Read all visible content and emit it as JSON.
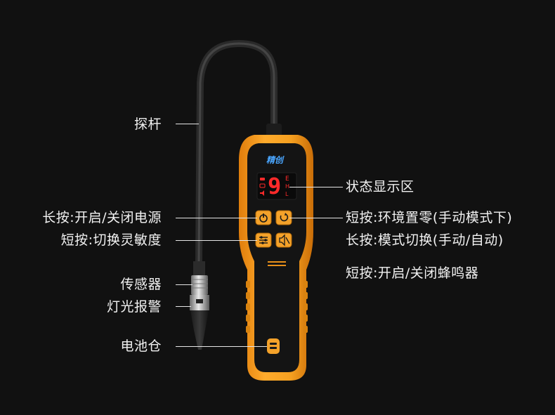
{
  "brand": "精创",
  "display": {
    "digit": "9",
    "right_marks": [
      "E",
      "H",
      "L"
    ]
  },
  "labels": {
    "probe": "探杆",
    "power": "长按:开启/关闭电源",
    "sensitivity": "短按:切换灵敏度",
    "sensor": "传感器",
    "light_alarm": "灯光报警",
    "battery": "电池仓",
    "display_area": "状态显示区",
    "zero_short": "短按:环境置零(手动模式下)",
    "mode_long": "长按:模式切换(手动/自动)",
    "buzzer_short": "短按:开启/关闭蜂鸣器"
  },
  "colors": {
    "background": "#111111",
    "housing": "#f39a1c",
    "face": "#141414",
    "display_red": "#ff2a2a",
    "text": "#f2f2f2"
  },
  "icons": {
    "power": "power-icon",
    "zero": "rotate-icon",
    "sensitivity": "sliders-icon",
    "buzzer": "mute-speaker-icon",
    "battery": "battery-door-icon"
  }
}
